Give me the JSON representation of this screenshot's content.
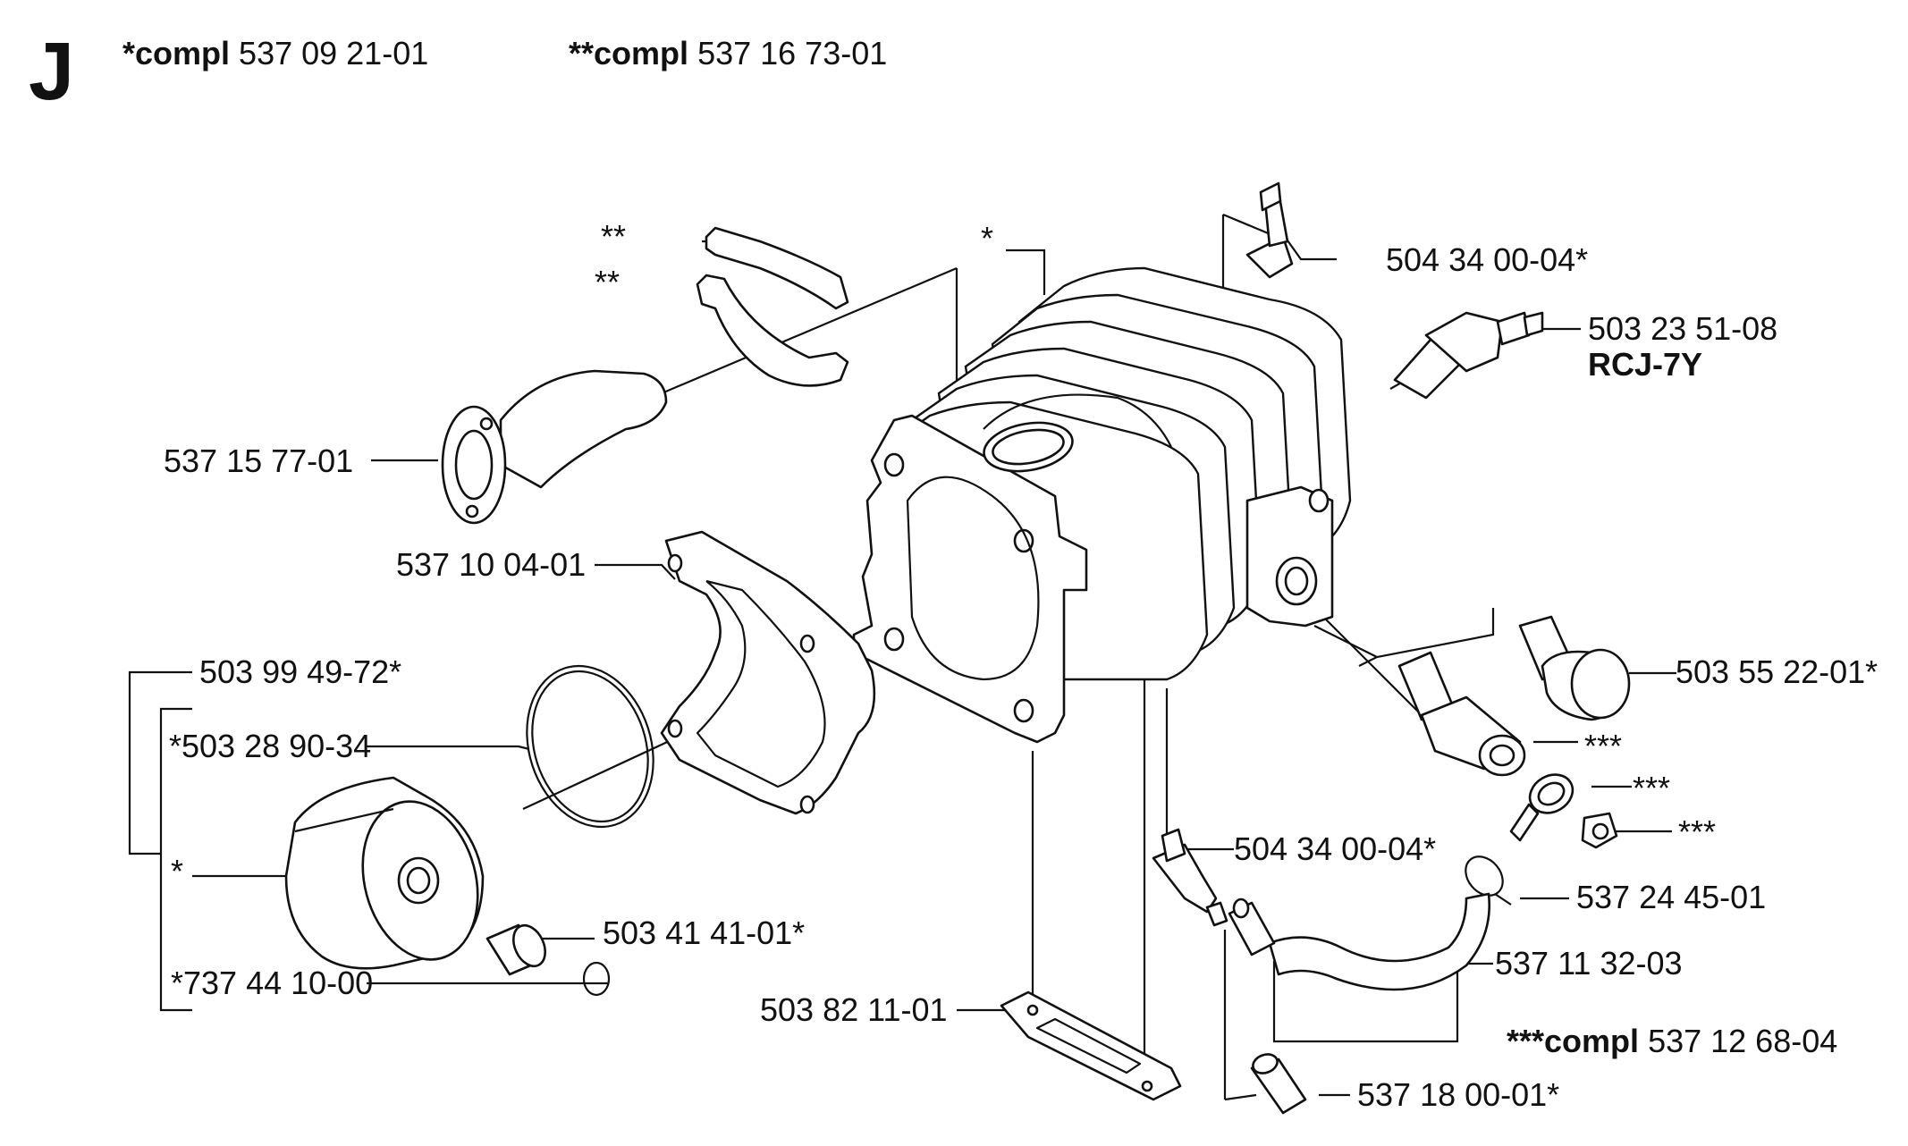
{
  "section": "J",
  "header": {
    "compl1_prefix": "*compl",
    "compl1_number": "537 09 21-01",
    "compl2_prefix": "**compl",
    "compl2_number": "537 16 73-01",
    "compl3_prefix": "***compl",
    "compl3_number": "537 12 68-04"
  },
  "labels": {
    "elbow_top": "504 34 00-04*",
    "spark_plug": "503 23 51-08",
    "spark_plug_type": "RCJ-7Y",
    "intake": "537 15 77-01",
    "gasket": "537 10 04-01",
    "piston_rings": "503 99 49-72*",
    "piston_ring": "*503 28 90-34",
    "piston": "*",
    "circlip": "*737 44 10-00",
    "bearing": "503 41 41-01*",
    "decomp_valve": "503 55 22-01*",
    "fitting": "***",
    "washer": "***",
    "screw": "***",
    "elbow_bottom": "504 34 00-04*",
    "clip": "537 24 45-01",
    "hose": "537 11 32-03",
    "base_gasket": "503 82 11-01",
    "plug_bottom": "537 18 00-01*",
    "clamp_top": "**",
    "clamp_bottom": "**",
    "cylinder": "*"
  }
}
